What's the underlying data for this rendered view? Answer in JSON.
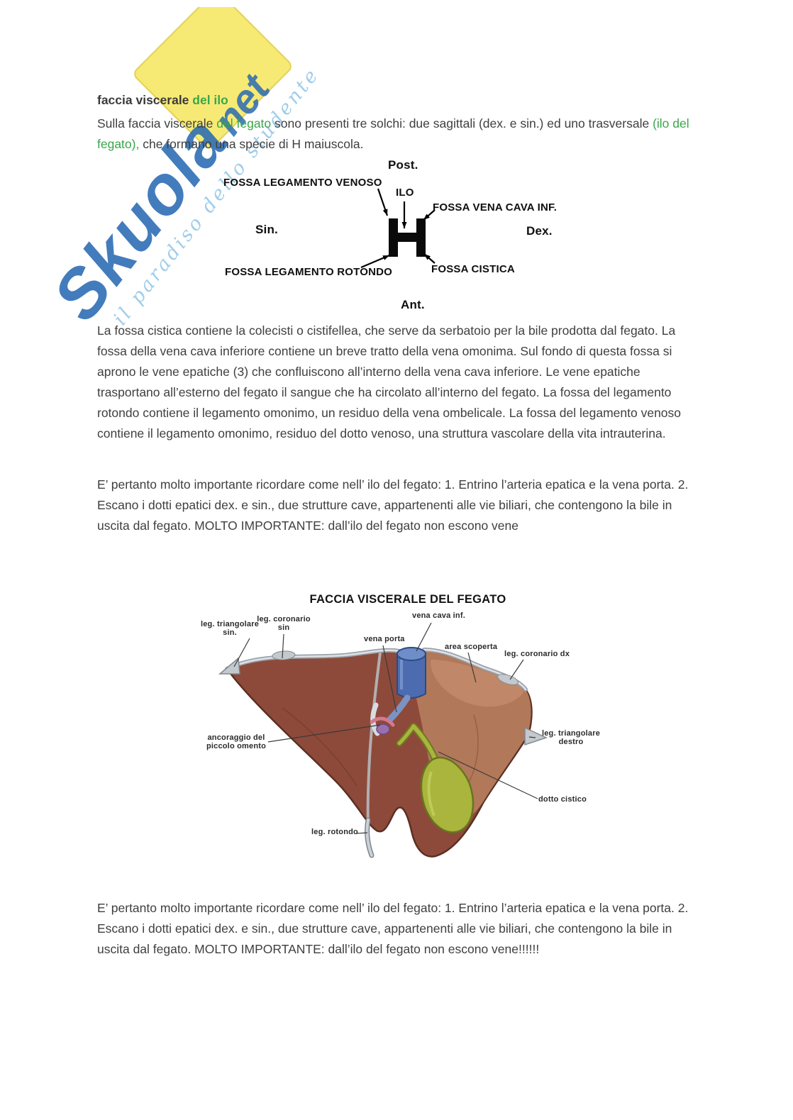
{
  "watermark": {
    "brand": "Skuola",
    "suffix": "net",
    "tagline": "il paradiso dello studente"
  },
  "heading": {
    "part1": "faccia viscerale ",
    "part2": "del ilo"
  },
  "intro": {
    "part1": "Sulla faccia viscerale ",
    "part2": "del fegato",
    "part3": " sono presenti tre solchi: due sagittali (dex. e sin.) ed uno trasversale ",
    "part4": "(ilo del fegato),",
    "part5": " che formano una specie di H maiuscola."
  },
  "diagram": {
    "post": "Post.",
    "fossa_legamento_venoso": "FOSSA LEGAMENTO VENOSO",
    "ilo": "ILO",
    "fossa_vena_cava": "FOSSA VENA CAVA INF.",
    "sin": "Sin.",
    "dex": "Dex.",
    "fossa_legamento_rotondo": "FOSSA LEGAMENTO ROTONDO",
    "fossa_cistica": "FOSSA CISTICA",
    "ant": "Ant."
  },
  "paragraphs": {
    "p2": "La fossa cistica contiene la colecisti o cistifellea, che serve da serbatoio per la bile prodotta dal fegato. La fossa della vena cava inferiore contiene un breve tratto della vena omonima. Sul fondo di questa fossa si aprono le vene epatiche (3) che confluiscono all’interno della vena cava inferiore. Le vene epatiche trasportano all’esterno del fegato il sangue che ha circolato all’interno del fegato. La fossa del legamento rotondo contiene il legamento omonimo, un residuo della vena ombelicale. La fossa del legamento venoso contiene il legamento omonimo, residuo del dotto venoso, una struttura vascolare della vita intrauterina.",
    "p3": "E’ pertanto molto importante ricordare come nell’ ilo del fegato: 1. Entrino l’arteria epatica e la vena porta. 2. Escano i dotti epatici dex. e sin., due strutture cave, appartenenti alle vie biliari, che contengono la bile in uscita dal fegato. MOLTO IMPORTANTE: dall’ilo del fegato non escono vene",
    "p4": "E’ pertanto molto importante ricordare come nell’ ilo del fegato: 1. Entrino l’arteria epatica e la vena porta. 2. Escano i dotti epatici dex. e sin., due strutture cave, appartenenti alle vie biliari, che contengono la bile in uscita dal fegato. MOLTO IMPORTANTE: dall’ilo del fegato non escono vene!!!!!!"
  },
  "figure": {
    "title": "FACCIA VISCERALE DEL FEGATO",
    "labels": {
      "leg_triangolare_sin": "leg. triangolare\nsin.",
      "leg_coronario_sin": "leg. coronario\nsin",
      "vena_porta": "vena porta",
      "vena_cava_inf": "vena cava inf.",
      "area_scoperta": "area scoperta",
      "leg_coronario_dx": "leg. coronario dx",
      "leg_triangolare_destro": "leg. triangolare\ndestro",
      "ancoraggio": "ancoraggio del\npiccolo omento",
      "dotto_cistico": "dotto cistico",
      "leg_rotondo": "leg. rotondo"
    }
  }
}
